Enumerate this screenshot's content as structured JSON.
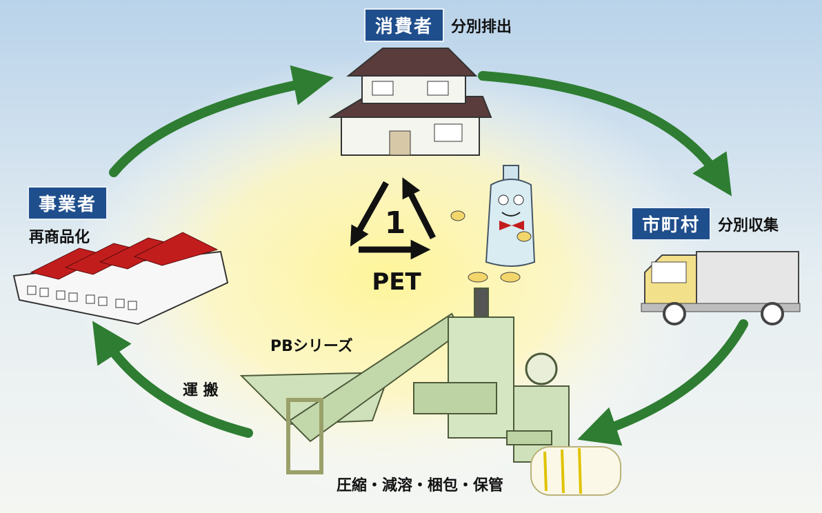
{
  "nodes": {
    "consumer": {
      "title": "消費者",
      "action": "分別排出"
    },
    "municipality": {
      "title": "市町村",
      "action": "分別収集"
    },
    "business": {
      "title": "事業者",
      "action": "再商品化"
    }
  },
  "labels": {
    "transport": "運 搬",
    "machine_series": "PBシリーズ",
    "process": "圧縮・減溶・梱包・保管"
  },
  "recycle_symbol": {
    "number": "1",
    "material": "PET"
  },
  "colors": {
    "arrow": "#2e7d32",
    "tag_bg": "#1f4e8c",
    "roof": "#c21d1d"
  }
}
